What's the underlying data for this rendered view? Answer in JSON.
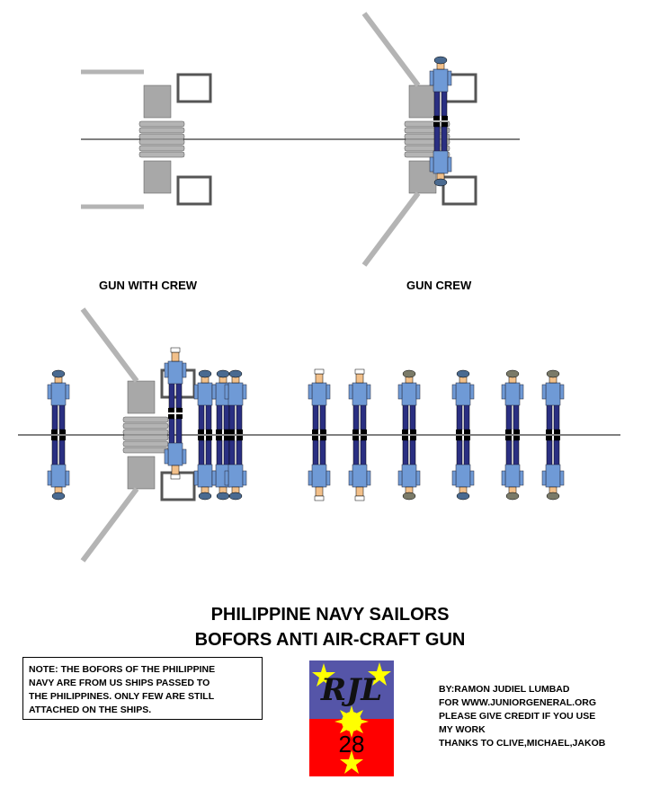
{
  "sections": {
    "gun_with_crew_label": "GUN WITH CREW",
    "gun_crew_label": "GUN CREW"
  },
  "titles": {
    "line1": "PHILIPPINE NAVY SAILORS",
    "line2": "BOFORS ANTI AIR-CRAFT GUN"
  },
  "note": {
    "lines": [
      "NOTE: THE BOFORS OF THE PHILIPPINE",
      "NAVY ARE FROM US SHIPS PASSED TO",
      "THE PHILIPPINES. ONLY FEW ARE STILL",
      "ATTACHED ON THE SHIPS."
    ]
  },
  "logo": {
    "letters": "RJL",
    "number": "28",
    "colors": {
      "blue": "#5555a8",
      "red": "#ff0000",
      "star": "#ffff00"
    }
  },
  "credits": {
    "lines": [
      "BY:RAMON JUDIEL LUMBAD",
      "FOR WWW.JUNIORGENERAL.ORG",
      "PLEASE GIVE  CREDIT IF YOU USE",
      "MY WORK",
      "THANKS TO CLIVE,MICHAEL,JAKOB"
    ]
  },
  "colors": {
    "shirt": "#6f9ad6",
    "trousers": "#2a2f82",
    "gun": "#b4b4b4",
    "helmet": "#7a7a68",
    "skin": "#f2c08a"
  }
}
